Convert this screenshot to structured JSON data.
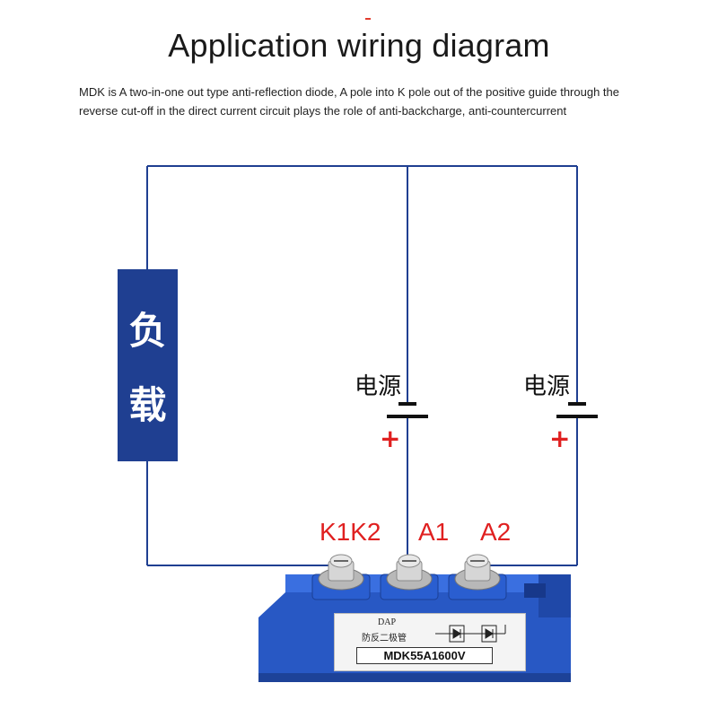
{
  "title": "Application wiring diagram",
  "description": "MDK is A two-in-one out type anti-reflection diode, A pole into K pole out of the positive guide through the reverse cut-off in the direct current circuit plays the role of anti-backcharge, anti-countercurrent",
  "load": {
    "char1": "负",
    "char2": "载",
    "color": "#1f3f91"
  },
  "power_sources": [
    {
      "label": "电源",
      "polarity": "+"
    },
    {
      "label": "电源",
      "polarity": "+"
    }
  ],
  "terminals": {
    "k": "K1K2",
    "a1": "A1",
    "a2": "A2"
  },
  "module": {
    "brand": "DAP",
    "name_cn": "防反二极管",
    "model": "MDK55A1600V",
    "body_color": "#2a58c8"
  },
  "colors": {
    "wire": "#1f3f91",
    "polarity": "#e02020"
  }
}
